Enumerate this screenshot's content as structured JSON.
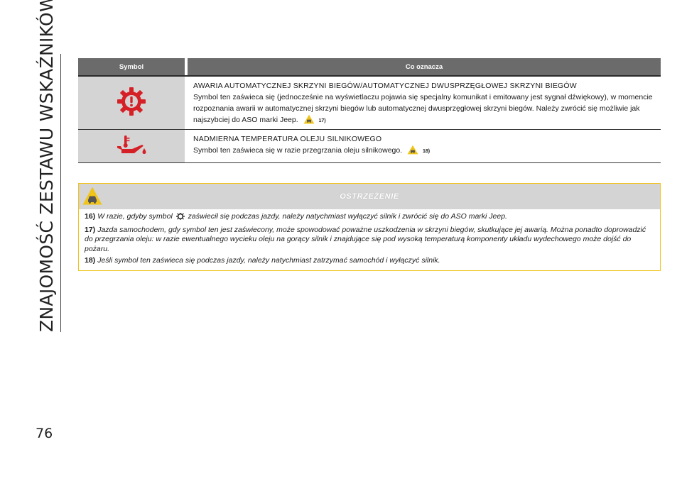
{
  "side_title": "ZNAJOMOŚĆ ZESTAWU WSKAŹNIKÓW",
  "page_number": "76",
  "table": {
    "header_symbol": "Symbol",
    "header_meaning": "Co oznacza",
    "rows": [
      {
        "icon": "gearbox-failure-icon",
        "icon_color": "#d62027",
        "title": "AWARIA AUTOMATYCZNEJ SKRZYNI BIEGÓW/AUTOMATYCZNEJ DWUSPRZĘGŁOWEJ SKRZYNI BIEGÓW",
        "text": "Symbol ten zaświeca się (jednocześnie na wyświetlaczu pojawia się specjalny komunikat i emitowany jest sygnał dźwiękowy), w momencie rozpoznania awarii w automatycznej skrzyni biegów lub automatycznej dwusprzęgłowej skrzyni biegów. Należy zwrócić się możliwie jak najszybciej do ASO marki Jeep.",
        "ref": "17)"
      },
      {
        "icon": "oil-temperature-icon",
        "icon_color": "#d62027",
        "title": "NADMIERNA TEMPERATURA OLEJU SILNIKOWEGO",
        "text": "Symbol ten zaświeca się w razie przegrzania oleju silnikowego.",
        "ref": "18)"
      }
    ]
  },
  "warning": {
    "title": "OSTRZEŻENIE",
    "accent_color": "#f0c419",
    "items": [
      {
        "num": "16)",
        "before": "W razie, gdyby symbol",
        "after": "zaświecił się podczas jazdy, należy natychmiast wyłączyć silnik i zwrócić się do ASO marki Jeep."
      },
      {
        "num": "17)",
        "before": "Jazda samochodem, gdy symbol ten jest zaświecony, może spowodować poważne uszkodzenia w skrzyni biegów, skutkujące jej awarią. Można ponadto doprowadzić do przegrzania oleju: w razie ewentualnego wycieku oleju na gorący silnik i znajdujące się pod wysoką temperaturą komponenty układu wydechowego może dojść do pożaru.",
        "after": ""
      },
      {
        "num": "18)",
        "before": "Jeśli symbol ten zaświeca się podczas jazdy, należy natychmiast zatrzymać samochód i wyłączyć silnik.",
        "after": ""
      }
    ]
  }
}
